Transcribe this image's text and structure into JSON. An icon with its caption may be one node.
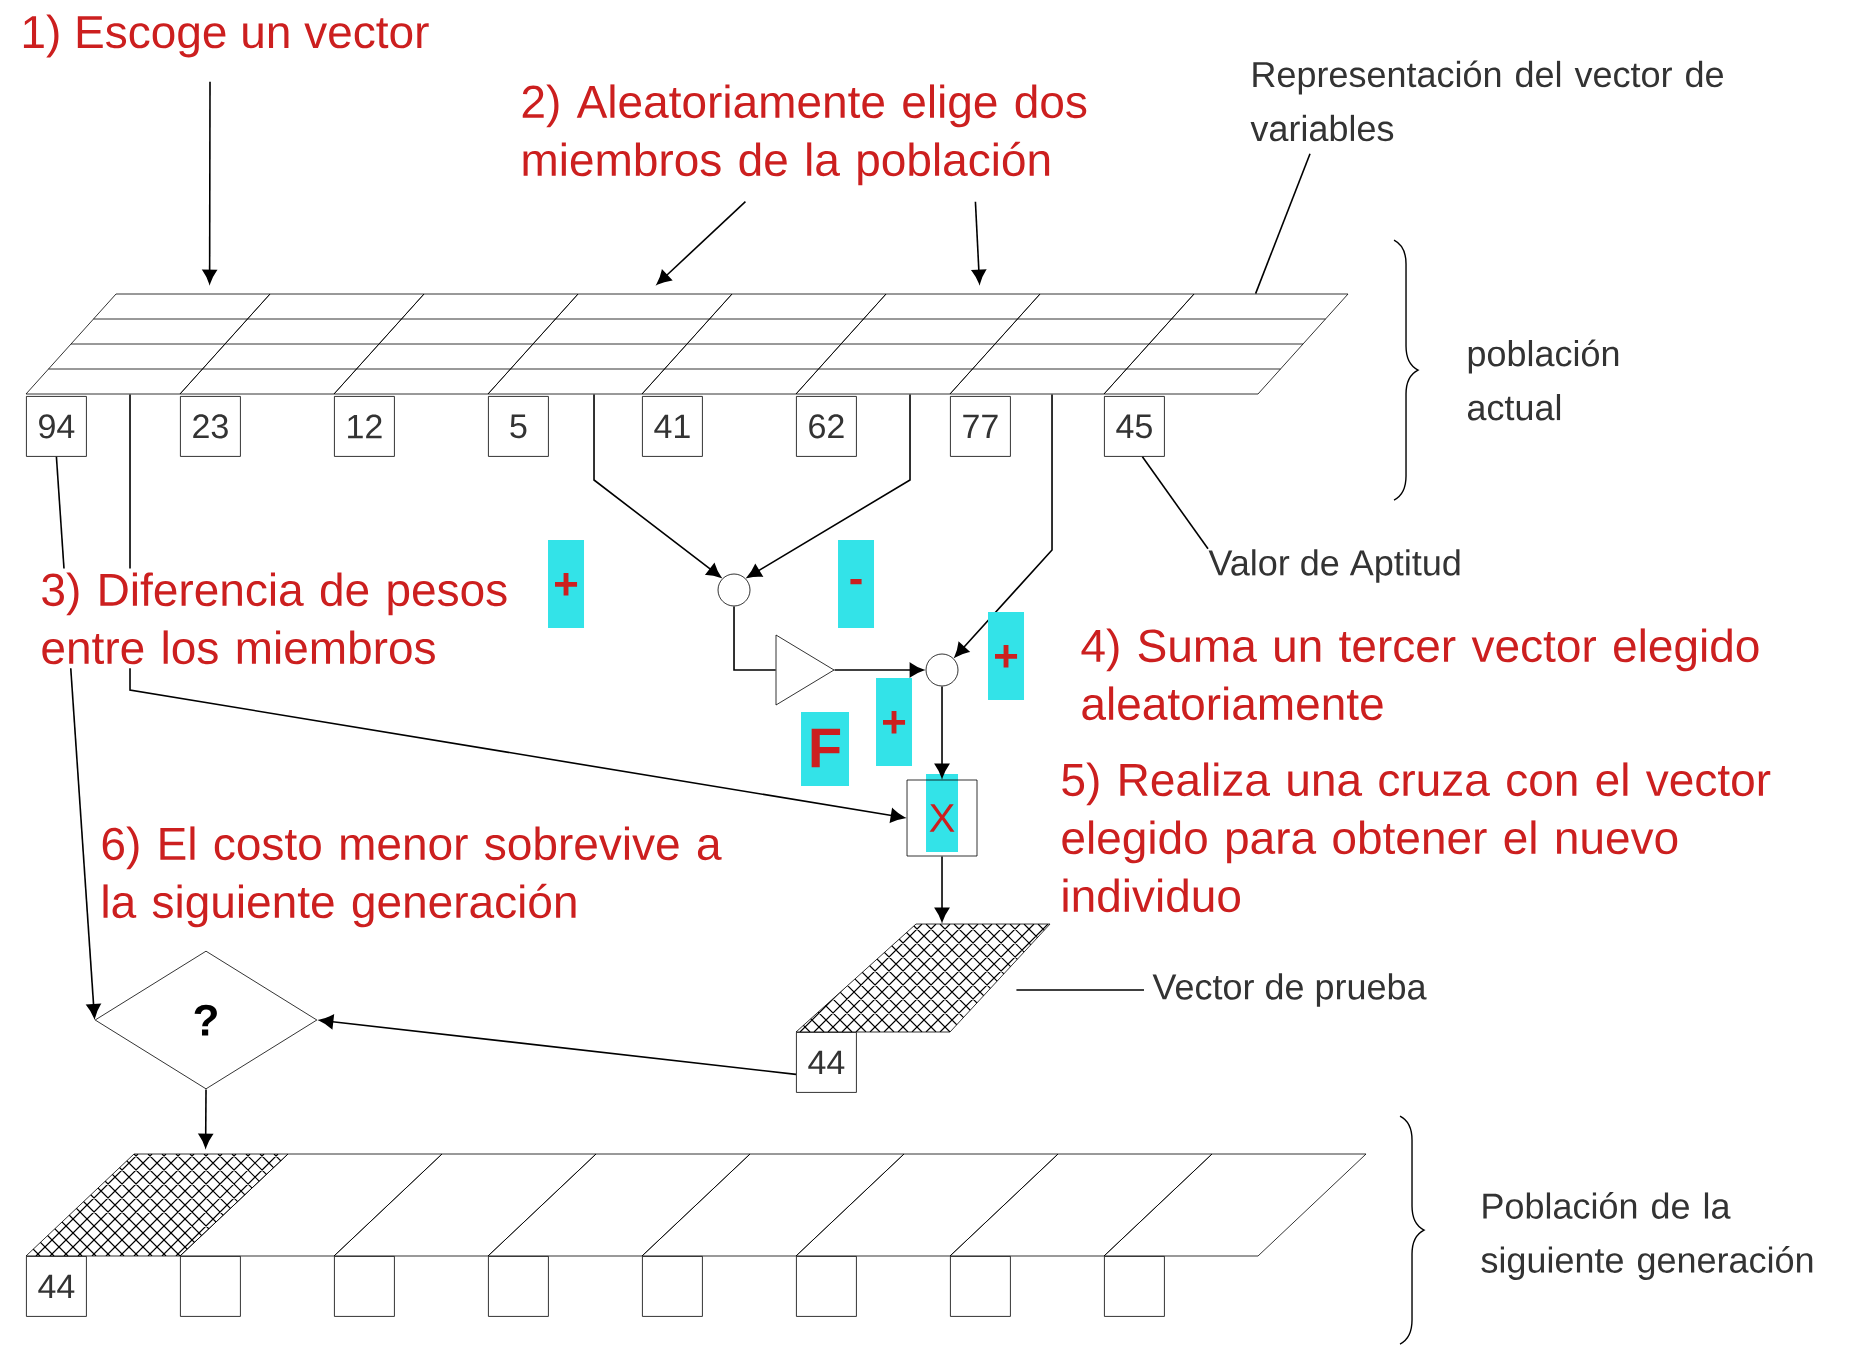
{
  "diagram": {
    "nodes": [
      {
        "text": [
          "1) Escoge un vector"
        ]
      },
      {
        "text": [
          "2) Aleatoriamente elige dos miembros de la población"
        ]
      },
      {
        "text": [
          "Representación del vector de variables"
        ]
      },
      {
        "text": [
          "Valor de Aptitud"
        ]
      },
      {
        "text": [
          "Vector de prueba"
        ]
      },
      {
        "text": [],
        "shape": "parallelogram"
      },
      {
        "text": [],
        "shape": "parallelogram"
      },
      {
        "text": [],
        "shape": "parallelogram"
      },
      {
        "text": [],
        "shape": "parallelogram"
      },
      {
        "text": [],
        "shape": "parallelogram"
      },
      {
        "text": [],
        "shape": "parallelogram"
      },
      {
        "text": [],
        "shape": "parallelogram"
      },
      {
        "text": [],
        "shape": "parallelogram"
      },
      {
        "text": [
          "94"
        ]
      },
      {
        "text": [
          "23"
        ]
      },
      {
        "text": [
          "12"
        ]
      },
      {
        "text": [
          "5"
        ]
      },
      {
        "text": [
          "41"
        ]
      },
      {
        "text": [
          "62"
        ]
      },
      {
        "text": [
          "77"
        ]
      },
      {
        "text": [
          "45"
        ]
      },
      {
        "text": [],
        "shape": "circle"
      },
      {
        "text": [],
        "shape": "triangle",
        "beside": [
          "F"
        ]
      },
      {
        "text": [],
        "shape": "circle"
      },
      {
        "text": [
          "X"
        ]
      },
      {
        "text": [],
        "shape": "parallelogram"
      },
      {
        "text": [
          "44"
        ]
      },
      {
        "text": [
          "?"
        ]
      },
      {
        "text": [],
        "shape": "parallelogram"
      },
      {
        "text": [],
        "shape": "parallelogram"
      },
      {
        "text": [],
        "shape": "parallelogram"
      },
      {
        "text": [],
        "shape": "parallelogram"
      },
      {
        "text": [],
        "shape": "parallelogram"
      },
      {
        "text": [],
        "shape": "parallelogram"
      },
      {
        "text": [],
        "shape": "parallelogram"
      },
      {
        "text": [],
        "shape": "parallelogram"
      },
      {
        "text": [
          "44"
        ]
      },
      {
        "text": [],
        "shape": "box"
      },
      {
        "text": [],
        "shape": "box"
      },
      {
        "text": [],
        "shape": "box"
      },
      {
        "text": [],
        "shape": "box"
      },
      {
        "text": [],
        "shape": "box"
      },
      {
        "text": [],
        "shape": "box"
      },
      {
        "text": [],
        "shape": "box"
      }
    ],
    "edges": [
      {
        "from": 0,
        "to": 5,
        "arrow": "to"
      },
      {
        "from": 1,
        "to": 8,
        "arrow": "to"
      },
      {
        "from": 1,
        "to": 10,
        "arrow": "to"
      },
      {
        "from": 2,
        "to": 12,
        "arrow": "none"
      },
      {
        "from": 3,
        "to": 20,
        "arrow": "none"
      },
      {
        "from": 8,
        "to": 21,
        "arrow": "to"
      },
      {
        "from": 10,
        "to": 21,
        "arrow": "to"
      },
      {
        "from": 21,
        "to": 22,
        "arrow": "none"
      },
      {
        "from": 22,
        "to": 23,
        "arrow": "to"
      },
      {
        "from": 11,
        "to": 23,
        "arrow": "to"
      },
      {
        "from": 23,
        "to": 24,
        "arrow": "to"
      },
      {
        "from": 5,
        "to": 24,
        "arrow": "to"
      },
      {
        "from": 24,
        "to": 25,
        "arrow": "to"
      },
      {
        "from": 4,
        "to": 25,
        "arrow": "none"
      },
      {
        "from": 13,
        "to": 27,
        "arrow": "to"
      },
      {
        "from": 26,
        "to": 27,
        "arrow": "to"
      },
      {
        "from": 27,
        "to": 28,
        "arrow": "to"
      }
    ],
    "labels": [
      "población actual",
      "3) Diferencia de pesos entre los miembros",
      "+",
      "-",
      "+",
      "4) Suma un tercer vector elegido aleatoriamente",
      "+",
      "5) Realiza una cruza con el vector elegido para obtener el nuevo individuo",
      "6) El costo menor sobrevive a la siguiente generación",
      "Población de la siguiente generación"
    ]
  }
}
